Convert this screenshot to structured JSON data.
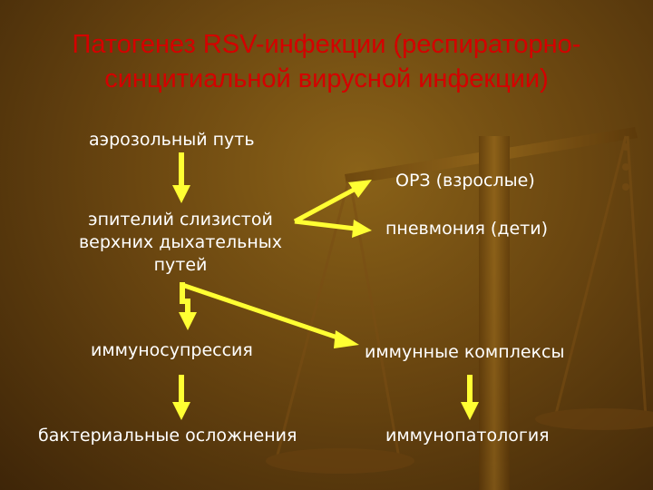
{
  "title": {
    "line1": "Патогенез RSV-инфекции (респираторно-",
    "line2": "синцитиальной вирусной инфекции)"
  },
  "nodes": {
    "aerosol_route": "аэрозольный путь",
    "epithelium": [
      "эпителий слизистой",
      "верхних дыхательных",
      "путей"
    ],
    "ari_adults": "ОРЗ (взрослые)",
    "pneumonia_children": "пневмония (дети)",
    "immunosuppression": "иммуносупрессия",
    "immune_complexes": "иммунные комплексы",
    "bacterial_complications": "бактериальные осложнения",
    "immunopathology": "иммунопатология"
  },
  "colors": {
    "title": "#d40000",
    "text": "#ffffff",
    "arrow": "#ffff33",
    "scales": "#8a5a1a"
  },
  "decor": {
    "background_image": "balance-scales-icon"
  }
}
